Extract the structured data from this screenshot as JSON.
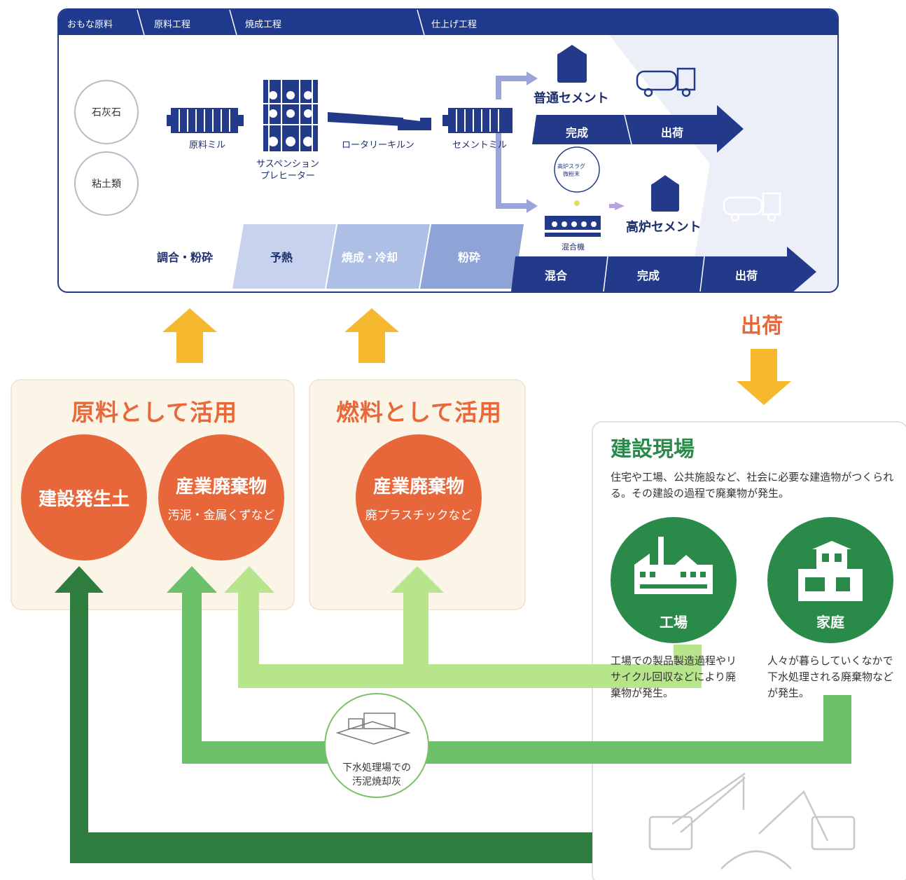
{
  "process": {
    "header": [
      "おもな原料",
      "原料工程",
      "焼成工程",
      "仕上げ工程"
    ],
    "raw_materials": [
      "石灰石",
      "粘土類"
    ],
    "machines": {
      "raw_mill": "原料ミル",
      "preheater": "サスペンション\nプレヒーター",
      "kiln": "ロータリーキルン",
      "cement_mill": "セメントミル",
      "slag": "高炉スラグ\n微粉末",
      "mixer": "混合機"
    },
    "products": {
      "ordinary": "普通セメント",
      "blast_furnace": "高炉セメント"
    },
    "stages": [
      "調合・粉砕",
      "予熱",
      "焼成・冷却",
      "粉砕"
    ],
    "upper_arrow": [
      "完成",
      "出荷"
    ],
    "lower_arrow": [
      "混合",
      "完成",
      "出荷"
    ]
  },
  "shipping_label": "出荷",
  "raw_use": {
    "title": "原料として活用",
    "items": [
      {
        "main": "建設発生土",
        "sub": ""
      },
      {
        "main": "産業廃棄物",
        "sub": "汚泥・金属くずなど"
      }
    ]
  },
  "fuel_use": {
    "title": "燃料として活用",
    "items": [
      {
        "main": "産業廃棄物",
        "sub": "廃プラスチックなど"
      }
    ]
  },
  "construction": {
    "title": "建設現場",
    "description": "住宅や工場、公共施設など、社会に必要な建造物がつくられる。その建設の過程で廃棄物が発生。",
    "factory": {
      "label": "工場",
      "desc": "工場での製品製造過程やリサイクル回収などにより廃棄物が発生。"
    },
    "home": {
      "label": "家庭",
      "desc": "人々が暮らしていくなかで下水処理される廃棄物などが発生。"
    }
  },
  "sewage": {
    "label": "下水処理場での\n汚泥焼却灰"
  },
  "colors": {
    "navy": "#233a8a",
    "orange": "#e8673a",
    "yellow_arrow": "#f5b82e",
    "green_dark": "#2e7d3e",
    "green_mid": "#6cc06a",
    "green_light": "#b7e58b"
  }
}
